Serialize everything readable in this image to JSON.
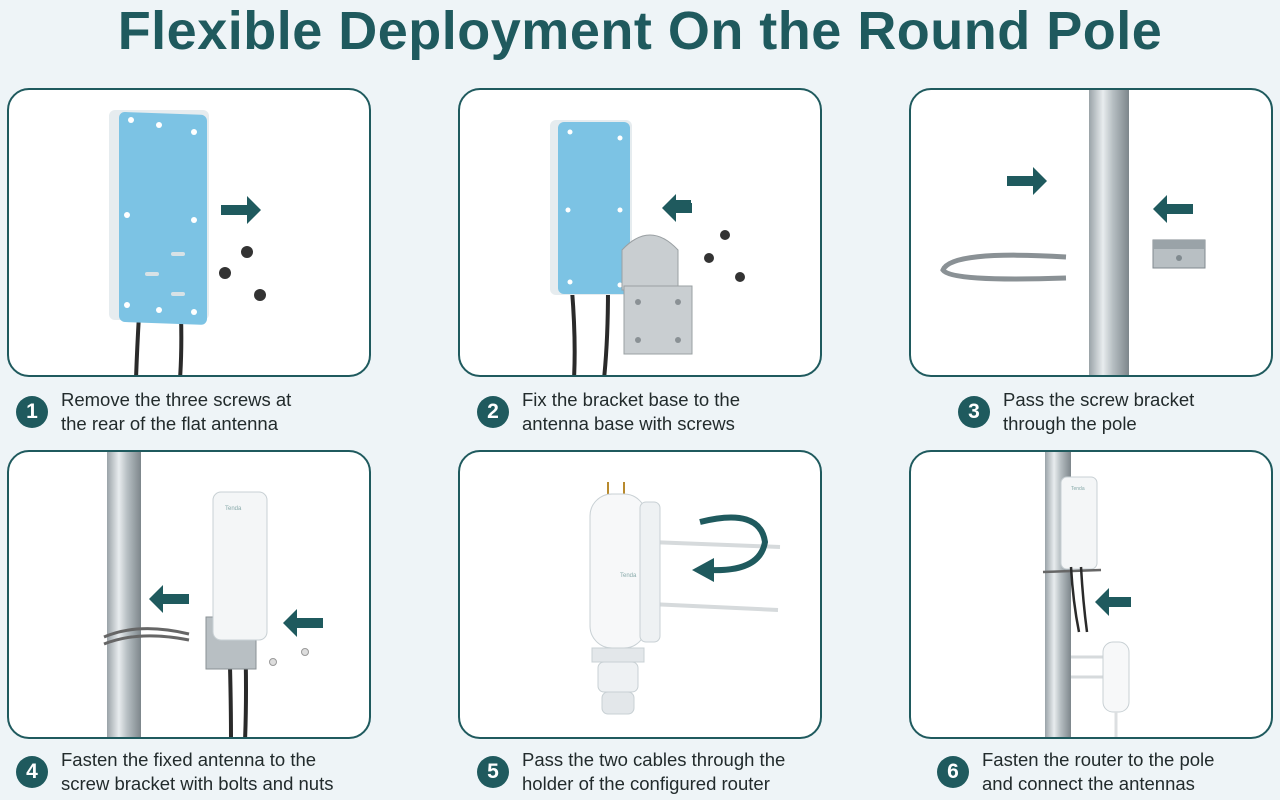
{
  "title": "Flexible Deployment On the Round Pole",
  "colors": {
    "accent": "#1f5a5e",
    "antenna_panel": "#79c0e2",
    "background": "#eef4f7"
  },
  "steps": [
    {
      "number": "1",
      "line1": "Remove the three screws at",
      "line2": "the rear of the flat antenna"
    },
    {
      "number": "2",
      "line1": "Fix the bracket base to the",
      "line2": "antenna base with screws"
    },
    {
      "number": "3",
      "line1": "Pass the screw bracket",
      "line2": "through the pole"
    },
    {
      "number": "4",
      "line1": "Fasten the fixed antenna to the",
      "line2": "screw bracket with bolts and nuts"
    },
    {
      "number": "5",
      "line1": "Pass the two cables through the",
      "line2": "holder of the configured router"
    },
    {
      "number": "6",
      "line1": "Fasten the router to the pole",
      "line2": "and connect the antennas"
    }
  ]
}
